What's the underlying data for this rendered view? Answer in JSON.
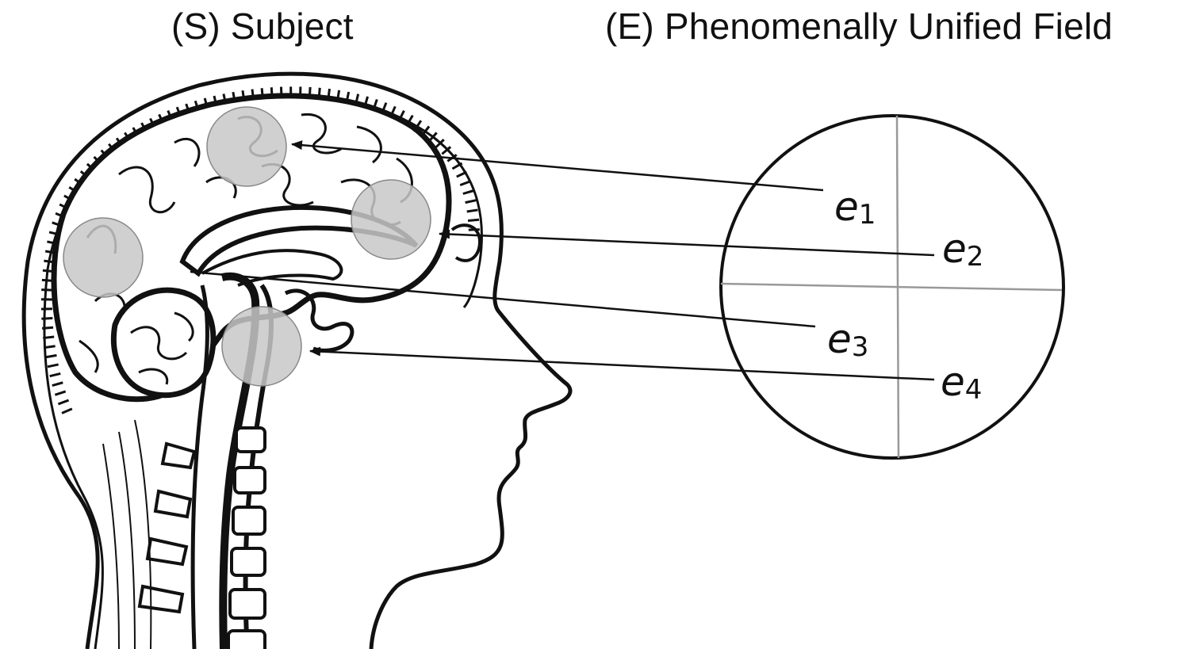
{
  "titles": {
    "subject": "(S) Subject",
    "field": "(E) Phenomenally Unified Field"
  },
  "experiences": [
    {
      "letter": "e",
      "index": "1"
    },
    {
      "letter": "e",
      "index": "2"
    },
    {
      "letter": "e",
      "index": "3"
    },
    {
      "letter": "e",
      "index": "4"
    }
  ],
  "colors": {
    "ink": "#111111",
    "region_fill": "#c8c8c8",
    "divider": "#999999"
  }
}
